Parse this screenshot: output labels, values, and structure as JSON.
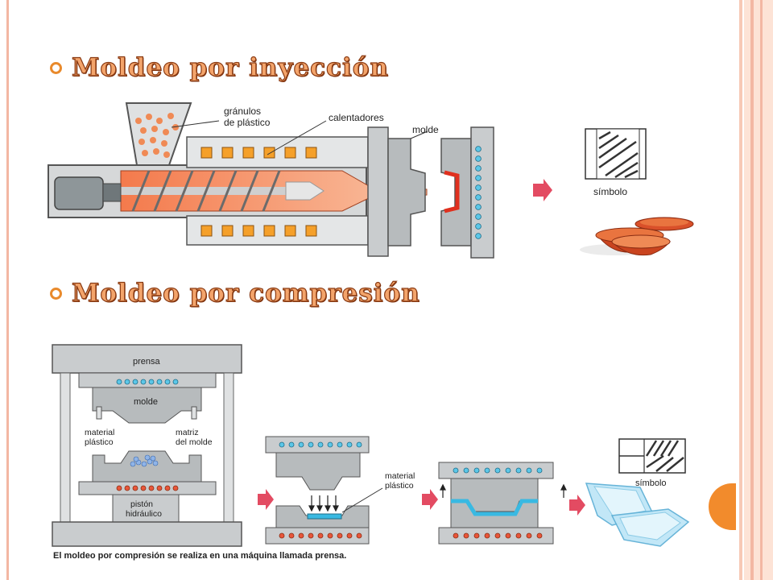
{
  "slide": {
    "heading1": "Moldeo por inyección",
    "heading2": "Moldeo por compresión",
    "caption": "El moldeo por compresión se realiza en una máquina llamada prensa."
  },
  "injection": {
    "label_granulos_1": "gránulos",
    "label_granulos_2": "de plástico",
    "label_calentadores": "calentadores",
    "label_molde": "molde",
    "label_simbolo": "símbolo"
  },
  "compression": {
    "label_prensa": "prensa",
    "label_molde": "molde",
    "label_material_1": "material",
    "label_material_2": "plástico",
    "label_matriz_1": "matriz",
    "label_matriz_2": "del molde",
    "label_piston_1": "pistón",
    "label_piston_2": "hidráulico",
    "label_material2_1": "material",
    "label_material2_2": "plástico",
    "label_simbolo": "símbolo"
  },
  "colors": {
    "accent_orange": "#f28b2c",
    "heading_fill": "#f3a46b",
    "machine_gray": "#c9ccce",
    "heater_orange": "#f5a02a",
    "water_blue": "#5cc7e8",
    "heater_red": "#e8563a"
  }
}
